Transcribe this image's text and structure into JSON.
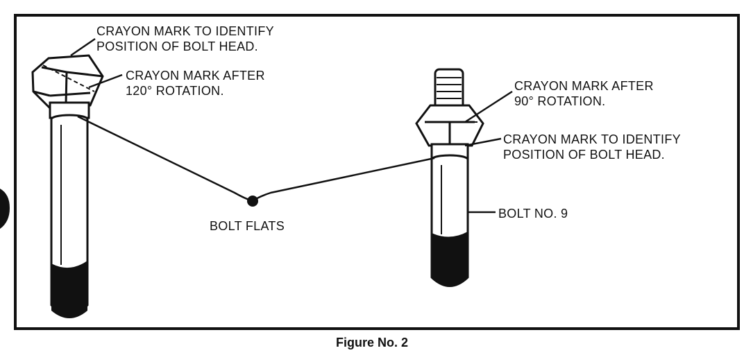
{
  "labels": {
    "left_head_mark": [
      "CRAYON MARK TO IDENTIFY",
      "POSITION OF BOLT HEAD."
    ],
    "left_rotation_mark": [
      "CRAYON MARK AFTER",
      "120° ROTATION."
    ],
    "right_rotation_mark": [
      "CRAYON MARK AFTER",
      "90° ROTATION."
    ],
    "right_head_mark": [
      "CRAYON MARK TO IDENTIFY",
      "POSITION OF BOLT HEAD."
    ],
    "bolt_flats": "BOLT FLATS",
    "bolt_number": "BOLT NO. 9"
  },
  "caption": "Figure No. 2"
}
